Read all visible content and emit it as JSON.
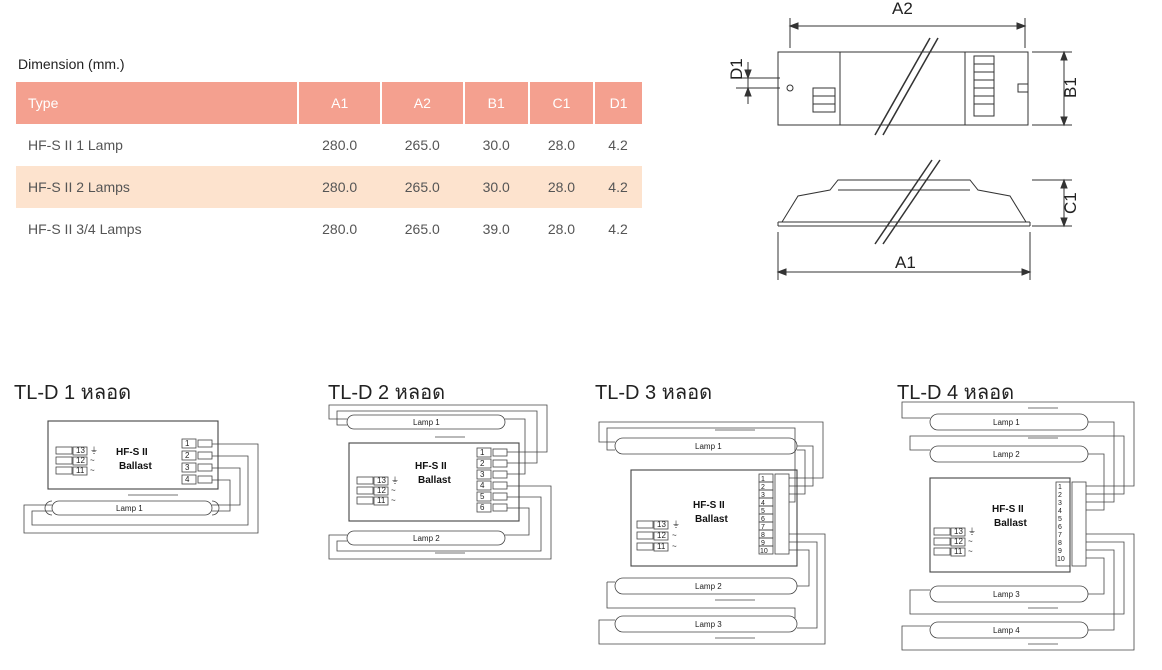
{
  "dimension_caption": "Dimension (mm.)",
  "table": {
    "headers": [
      "Type",
      "A1",
      "A2",
      "B1",
      "C1",
      "D1"
    ],
    "rows": [
      [
        "HF-S II 1 Lamp",
        "280.0",
        "265.0",
        "30.0",
        "28.0",
        "4.2"
      ],
      [
        "HF-S II 2 Lamps",
        "280.0",
        "265.0",
        "30.0",
        "28.0",
        "4.2"
      ],
      [
        "HF-S II 3/4 Lamps",
        "280.0",
        "265.0",
        "39.0",
        "28.0",
        "4.2"
      ]
    ]
  },
  "dimension_drawing": {
    "a2": "A2",
    "a1": "A1",
    "b1": "B1",
    "c1": "C1",
    "d1": "D1"
  },
  "wiring": {
    "ballast_line1": "HF-S II",
    "ballast_line2": "Ballast",
    "input_terminals": [
      "13",
      "12",
      "11"
    ],
    "input_symbols": [
      "⏚",
      "~",
      "~"
    ],
    "diagrams": [
      {
        "title": "TL-D 1 หลอด",
        "lamps": [
          "Lamp 1"
        ],
        "terminals": [
          "1",
          "2",
          "3",
          "4"
        ]
      },
      {
        "title": "TL-D 2 หลอด",
        "lamps": [
          "Lamp 1",
          "Lamp 2"
        ],
        "terminals": [
          "1",
          "2",
          "3",
          "4",
          "5",
          "6"
        ]
      },
      {
        "title": "TL-D 3 หลอด",
        "lamps": [
          "Lamp 1",
          "Lamp 2",
          "Lamp 3"
        ],
        "terminals": [
          "1",
          "2",
          "3",
          "4",
          "5",
          "6",
          "7",
          "8",
          "9",
          "10"
        ]
      },
      {
        "title": "TL-D 4 หลอด",
        "lamps": [
          "Lamp 1",
          "Lamp 2",
          "Lamp 3",
          "Lamp 4"
        ],
        "terminals": [
          "1",
          "2",
          "3",
          "4",
          "5",
          "6",
          "7",
          "8",
          "9",
          "10"
        ]
      }
    ]
  }
}
